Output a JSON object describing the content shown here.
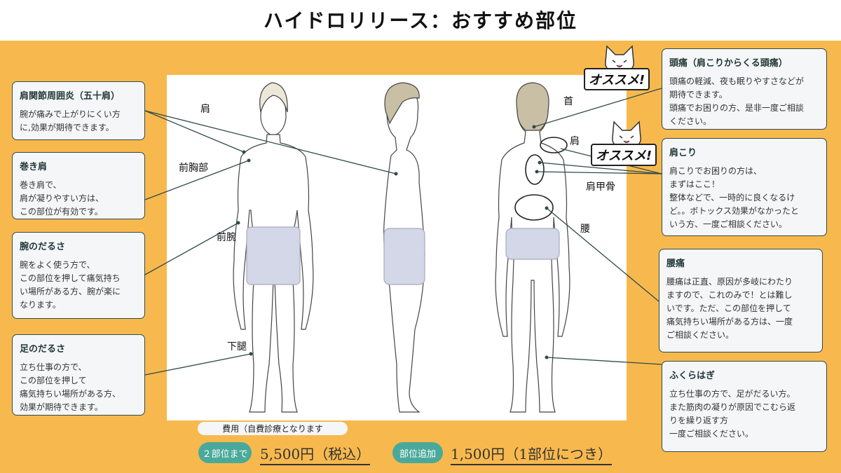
{
  "title": "ハイドロリリース：おすすめ部位",
  "left_boxes": [
    {
      "heading": "肩関節周囲炎（五十肩）",
      "text": "腕が痛みで上がりにくい方\nに,効果が期待できます。"
    },
    {
      "heading": "巻き肩",
      "text": "巻き肩で、\n肩が凝りやすい方は、\nこの部位が有効です。"
    },
    {
      "heading": "腕のだるさ",
      "text": "腕をよく使う方で、\nこの部位を押して痛気持ち\nい場所がある方、腕が楽に\nなります。"
    },
    {
      "heading": "足のだるさ",
      "text": "立ち仕事の方で、\nこの部位を押して\n痛気持ちい場所がある方、\n効果が期待できます。"
    }
  ],
  "right_boxes": [
    {
      "heading": "頭痛（肩こりからくる頭痛）",
      "text": "頭痛の軽減、夜も眠りやすさなどが\n期待できます。\n頭痛でお困りの方、是非一度ご相談\nください。"
    },
    {
      "heading": "肩こり",
      "text": "肩こりでお困りの方は、\nまずはここ！\n整体などで、一時的に良くなるけ\nど。。ボトックス効果がなかったと\nいう方、一度ご相談ください。"
    },
    {
      "heading": "腰痛",
      "text": "腰痛は正直、原因が多岐にわたり\nますので、これのみで！とは難し\nいです。ただ、この部位を押して\n痛気持ちい場所がある方は、一度\nご相談ください。"
    },
    {
      "heading": "ふくらはぎ",
      "text": "立ち仕事の方で、足がだるい方。\nまた筋肉の凝りが原因でこむら返\nりを繰り返す方\n一度ご相談ください。"
    }
  ],
  "body_labels": {
    "shoulder_front": "肩",
    "chest": "前胸部",
    "forearm": "前腕",
    "lower_leg": "下腿",
    "neck": "首",
    "shoulder_back": "肩",
    "scapula": "肩甲骨",
    "lower_back": "腰"
  },
  "badge_text": "オススメ!",
  "cost": {
    "caption": "費用（自費診療となります",
    "pill1": "２部位まで",
    "price1": "5,500円（税込）",
    "pill2": "部位追加",
    "price2": "1,500円（1部位につき）"
  },
  "colors": {
    "background_orange": "#f7b94e",
    "box_border": "#2f4a4a",
    "pill_teal": "#4aa99a",
    "shorts": "#d3d7e8"
  }
}
